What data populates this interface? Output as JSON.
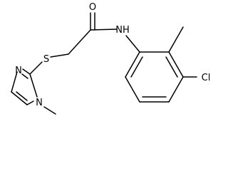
{
  "molecule": {
    "atoms": {
      "oxygen": "O",
      "amide_nitrogen": "NH",
      "sulfur": "S",
      "imidazole_n3": "N",
      "imidazole_n1": "N",
      "chlorine": "Cl"
    },
    "colors": {
      "bond": "#000000",
      "label": "#000000",
      "background": "#ffffff"
    }
  }
}
